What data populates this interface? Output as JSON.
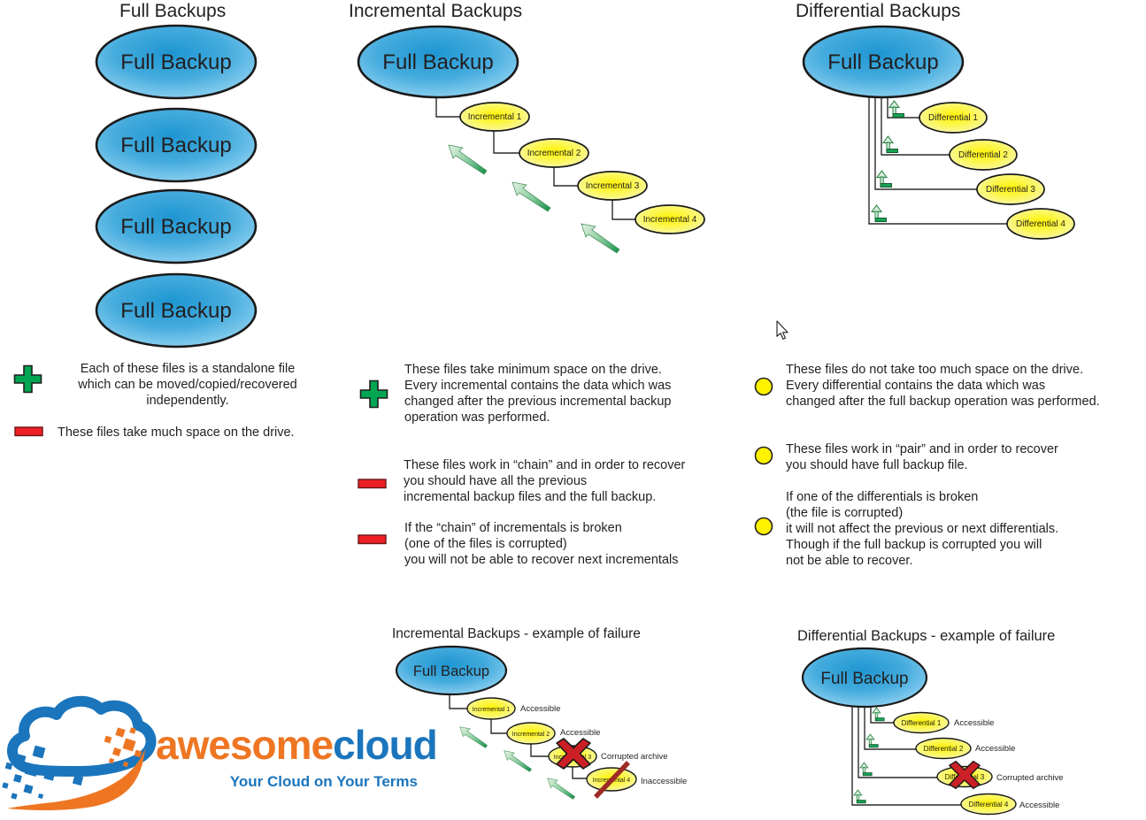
{
  "titles": {
    "full": "Full Backups",
    "incremental": "Incremental Backups",
    "differential": "Differential Backups",
    "incremental_failure": "Incremental Backups - example of failure",
    "differential_failure": "Differential Backups - example of failure"
  },
  "shared": {
    "full_backup_label": "Full Backup"
  },
  "full_column": {
    "pro": "Each of these files is a standalone file\nwhich can be moved/copied/recovered\nindependently.",
    "con": "These files take much space on the drive."
  },
  "incremental_column": {
    "nodes": [
      "Incremental 1",
      "Incremental 2",
      "Incremental 3",
      "Incremental 4"
    ],
    "pro": "These files take minimum space on the drive.\nEvery incremental contains the data which was\nchanged after the previous incremental backup\noperation was performed.",
    "con1": "These files work in “chain” and in order to recover\nyou should have all the previous\nincremental backup files and the full backup.",
    "con2": "If the “chain” of incrementals is broken\n(one of the files is corrupted)\nyou will not be able to recover next incrementals"
  },
  "differential_column": {
    "nodes": [
      "Differential 1",
      "Differential 2",
      "Differential 3",
      "Differential 4"
    ],
    "note1": "These files do not take too much space on the drive.\nEvery differential contains the data which was\nchanged after the full backup operation was performed.",
    "note2": "These files work in “pair” and in order to recover\nyou should have full backup file.",
    "note3": "If one of the differentials is broken\n(the file is corrupted)\nit will not affect the previous or next differentials.\nThough if the full backup is corrupted you will\nnot be able to recover."
  },
  "incremental_failure": {
    "nodes": [
      {
        "label": "Incremental 1",
        "status": "Accessible"
      },
      {
        "label": "Incremental 2",
        "status": "Accessible"
      },
      {
        "label": "Incremental 3",
        "status": "Corrupted archive"
      },
      {
        "label": "Incremental 4",
        "status": "Inaccessible"
      }
    ]
  },
  "differential_failure": {
    "nodes": [
      {
        "label": "Differential 1",
        "status": "Accessible"
      },
      {
        "label": "Differential 2",
        "status": "Accessible"
      },
      {
        "label": "Differential 3",
        "status": "Corrupted archive"
      },
      {
        "label": "Differential 4",
        "status": "Accessible"
      }
    ]
  },
  "logo": {
    "brand_first": "awesome",
    "brand_second": "cloud",
    "tagline": "Your Cloud on Your Terms"
  },
  "icons": {
    "pro": "plus-icon",
    "con": "minus-icon",
    "differential_bullet": "yellow-circle-icon",
    "restore_chain": "up-left-arrow-icon",
    "restore_pair": "l-return-arrow-icon",
    "corrupted": "red-x-icon",
    "inaccessible": "red-slash-icon",
    "pointer": "mouse-cursor"
  },
  "colors": {
    "backup_blue": "#2D9FD8",
    "node_yellow": "#FFF200",
    "pro_green": "#00A651",
    "con_red": "#EC2024",
    "corrupted_red": "#CB2026",
    "restore_green": "#0E9147",
    "logo_orange": "#EE7623",
    "logo_blue": "#1B75BC",
    "text": "#231F20"
  }
}
